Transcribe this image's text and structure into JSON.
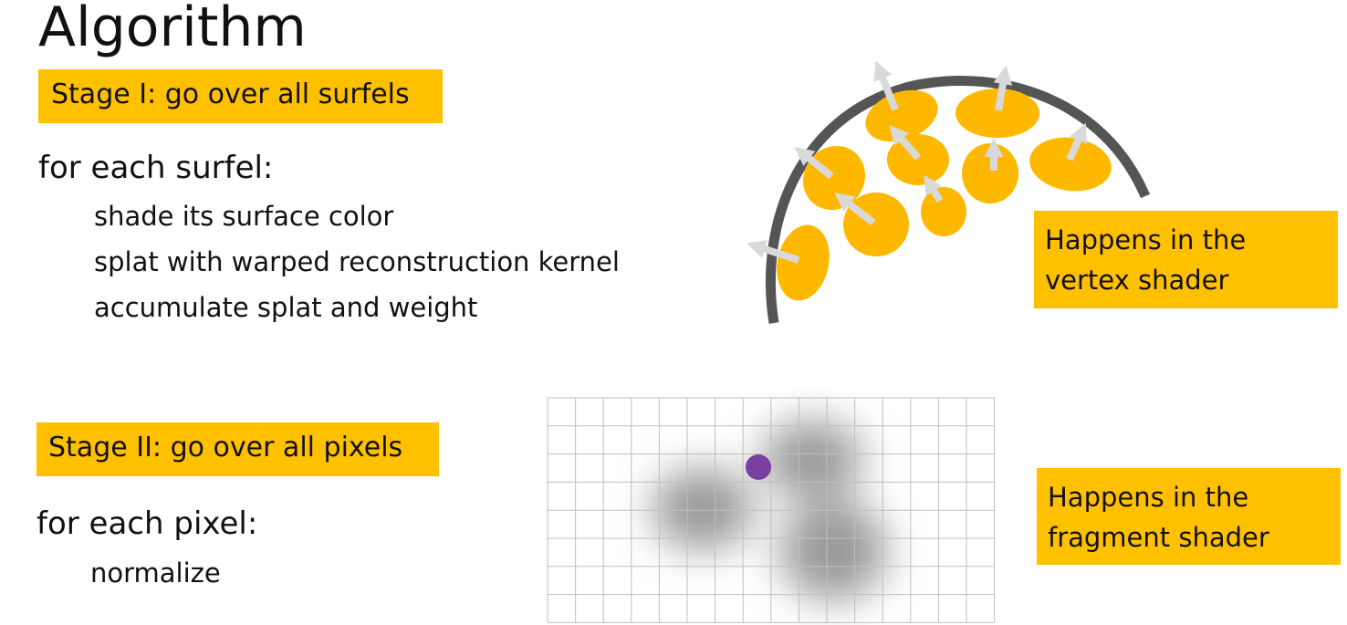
{
  "title": "Algorithm",
  "stage1": {
    "label": "Stage I: go over all surfels",
    "loop_header": "for each surfel:",
    "steps": [
      "shade its surface color",
      "splat with warped reconstruction kernel",
      "accumulate splat and weight"
    ],
    "note_lines": [
      "Happens in the",
      "vertex shader"
    ]
  },
  "stage2": {
    "label": "Stage II: go over all pixels",
    "loop_header": "for each pixel:",
    "steps": [
      "normalize"
    ],
    "note_lines": [
      "Happens in the",
      "fragment shader"
    ]
  },
  "colors": {
    "highlight": "#FFC000",
    "surfel": "#FFB800",
    "surface": "#555555",
    "normal_arrow": "#D9D9D9",
    "pixel_dot": "#7B3FA0",
    "grid": "#BFBFBF",
    "splat": "#9A9A9A"
  }
}
